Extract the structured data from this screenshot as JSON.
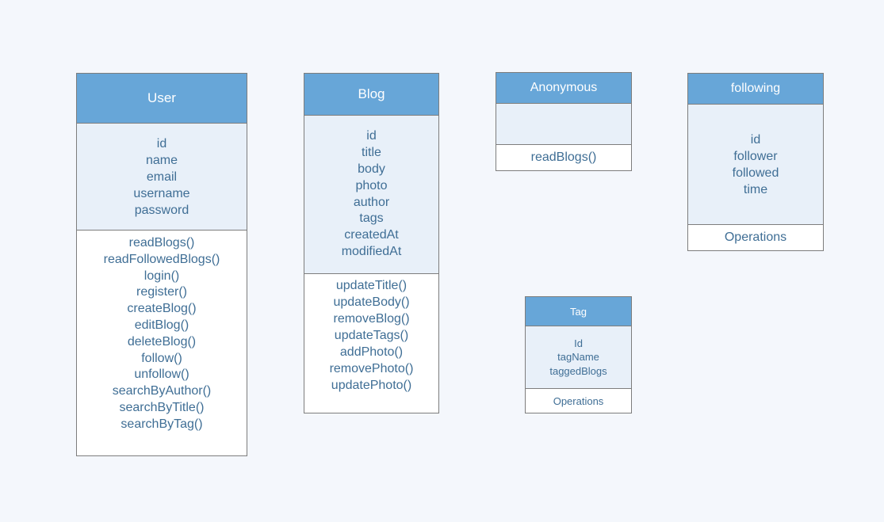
{
  "classes": {
    "user": {
      "name": "User",
      "attributes": [
        "id",
        "name",
        "email",
        "username",
        "password"
      ],
      "operations": [
        "readBlogs()",
        "readFollowedBlogs()",
        "login()",
        "register()",
        "createBlog()",
        "editBlog()",
        "deleteBlog()",
        "follow()",
        "unfollow()",
        "searchByAuthor()",
        "searchByTitle()",
        "searchByTag()"
      ]
    },
    "blog": {
      "name": "Blog",
      "attributes": [
        "id",
        "title",
        "body",
        "photo",
        "author",
        "tags",
        "createdAt",
        "modifiedAt"
      ],
      "operations": [
        "updateTitle()",
        "updateBody()",
        "removeBlog()",
        "updateTags()",
        "addPhoto()",
        "removePhoto()",
        "updatePhoto()"
      ]
    },
    "anonymous": {
      "name": "Anonymous",
      "attributes": [],
      "operations": [
        "readBlogs()"
      ]
    },
    "following": {
      "name": "following",
      "attributes": [
        "id",
        "follower",
        "followed",
        "time"
      ],
      "operations": [
        "Operations"
      ]
    },
    "tag": {
      "name": "Tag",
      "attributes": [
        "Id",
        "tagName",
        "taggedBlogs"
      ],
      "operations": [
        "Operations"
      ]
    }
  },
  "colors": {
    "background": "#f4f7fc",
    "header": "#67a6d8",
    "header_text": "#ffffff",
    "attributes_bg": "#e8f0f9",
    "operations_bg": "#ffffff",
    "text": "#3f6e95",
    "border": "#7d7d7d"
  }
}
